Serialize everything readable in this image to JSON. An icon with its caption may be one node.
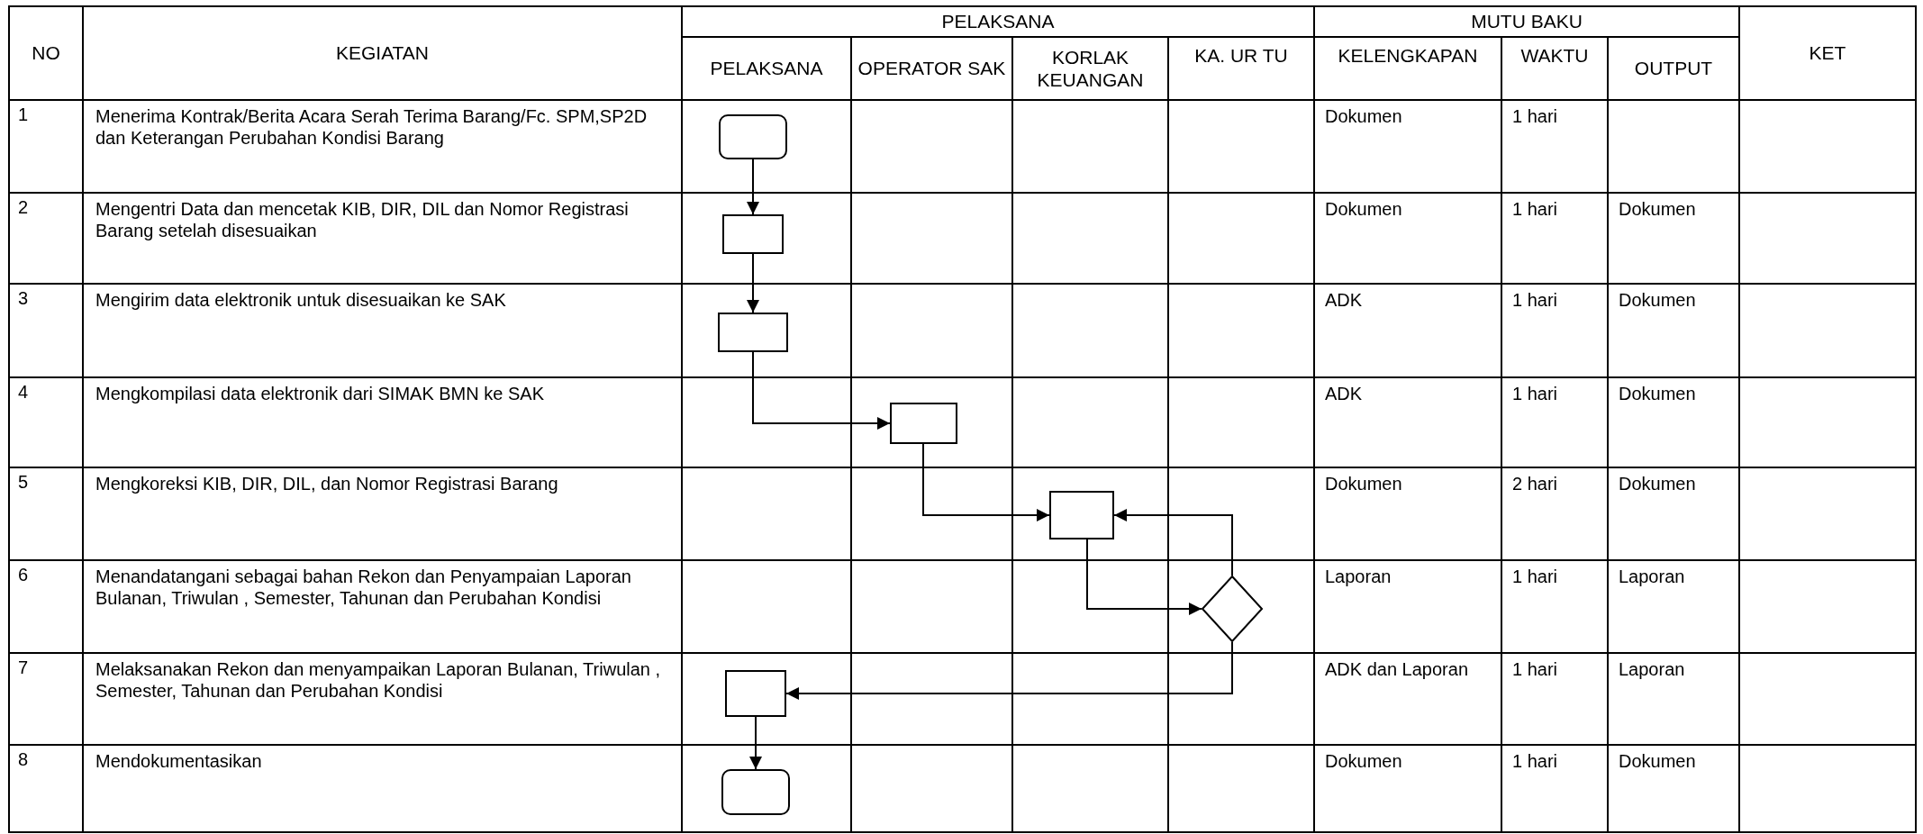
{
  "diagram": {
    "nodes": [
      {
        "text": [],
        "shape": "box"
      },
      {
        "text": [],
        "shape": "box"
      },
      {
        "text": [],
        "shape": "box"
      },
      {
        "text": [],
        "shape": "box"
      },
      {
        "text": [],
        "shape": "box"
      },
      {
        "text": [],
        "shape": "diamond"
      },
      {
        "text": [],
        "shape": "box"
      },
      {
        "text": [],
        "shape": "box"
      }
    ],
    "edges": [
      {
        "from": 0,
        "to": 1,
        "arrow": "to"
      },
      {
        "from": 1,
        "to": 2,
        "arrow": "to"
      },
      {
        "from": 2,
        "to": 3,
        "arrow": "to"
      },
      {
        "from": 3,
        "to": 4,
        "arrow": "to"
      },
      {
        "from": 4,
        "to": 5,
        "arrow": "to"
      },
      {
        "from": 5,
        "to": 4,
        "arrow": "to"
      },
      {
        "from": 5,
        "to": 6,
        "arrow": "to"
      },
      {
        "from": 6,
        "to": 7,
        "arrow": "to"
      }
    ],
    "labels": [
      "NO",
      "KEGIATAN",
      "PELAKSANA",
      "MUTU BAKU",
      "KET",
      "PELAKSANA",
      "OPERATOR SAK",
      "KORLAK KEUANGAN",
      "KA. UR TU",
      "KELENGKAPAN",
      "WAKTU",
      "OUTPUT",
      "1",
      "Menerima Kontrak/Berita Acara Serah Terima Barang/Fc. SPM,SP2D dan Keterangan Perubahan Kondisi Barang",
      "Dokumen",
      "1 hari",
      "2",
      "Mengentri Data dan mencetak KIB, DIR, DIL dan Nomor Registrasi Barang setelah disesuaikan",
      "Dokumen",
      "1 hari",
      "Dokumen",
      "3",
      "Mengirim data elektronik untuk disesuaikan ke SAK",
      "ADK",
      "1 hari",
      "Dokumen",
      "4",
      "Mengkompilasi data elektronik dari SIMAK BMN ke SAK",
      "ADK",
      "1 hari",
      "Dokumen",
      "5",
      "Mengkoreksi KIB, DIR, DIL, dan Nomor Registrasi Barang",
      "Dokumen",
      "2 hari",
      "Dokumen",
      "6",
      "Menandatangani sebagai bahan Rekon dan Penyampaian Laporan Bulanan, Triwulan , Semester, Tahunan dan Perubahan Kondisi",
      "Laporan",
      "1 hari",
      "Laporan",
      "7",
      "Melaksanakan Rekon dan menyampaikan Laporan Bulanan, Triwulan , Semester, Tahunan dan Perubahan Kondisi",
      "ADK dan Laporan",
      "1 hari",
      "Laporan",
      "8",
      "Mendokumentasikan",
      "Dokumen",
      "1 hari",
      "Dokumen"
    ]
  }
}
